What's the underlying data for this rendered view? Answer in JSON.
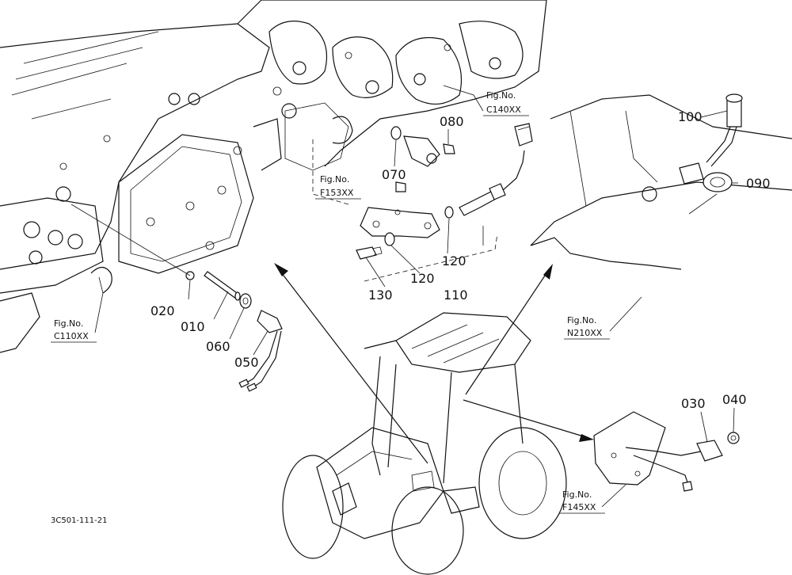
{
  "diagram_code": "3C501-111-21",
  "fig_refs": {
    "c140": [
      "Fig.No.",
      "C140XX"
    ],
    "f153": [
      "Fig.No.",
      "F153XX"
    ],
    "c110": [
      "Fig.No.",
      "C110XX"
    ],
    "n210": [
      "Fig.No.",
      "N210XX"
    ],
    "f145": [
      "Fig.No.",
      "F145XX"
    ]
  },
  "callouts": {
    "p010": "010",
    "p020": "020",
    "p030": "030",
    "p040": "040",
    "p050": "050",
    "p060": "060",
    "p070": "070",
    "p080": "080",
    "p090": "090",
    "p100": "100",
    "p110": "110",
    "p120a": "120",
    "p120b": "120",
    "p130": "130"
  }
}
